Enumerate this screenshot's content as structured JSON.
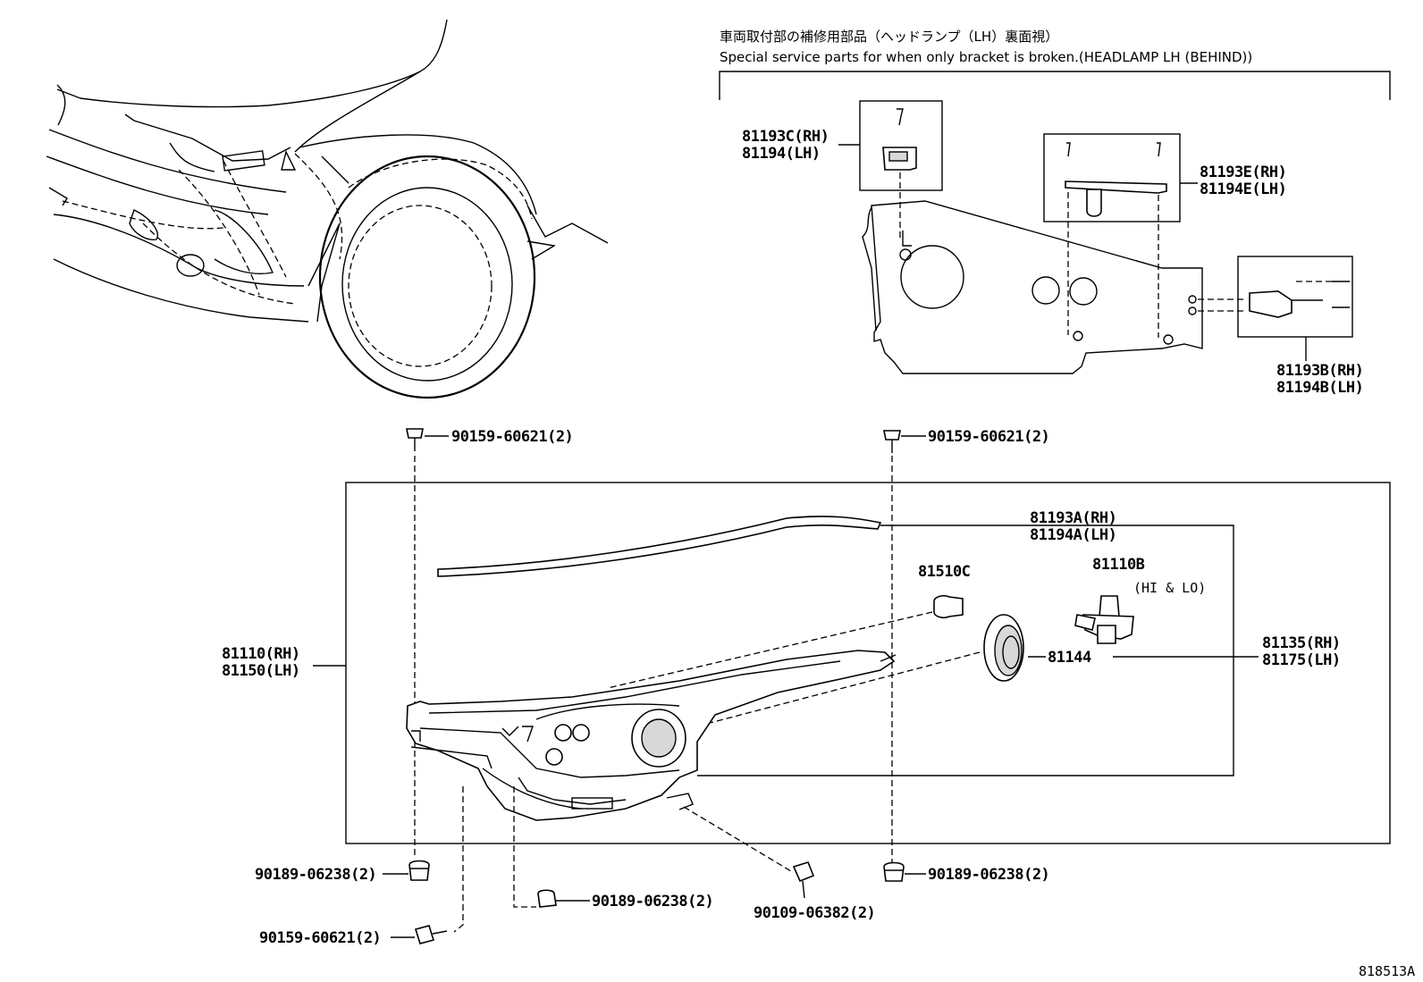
{
  "header": {
    "jp_title": "車両取付部の補修用部品（ヘッドランプ（LH）裏面視）",
    "en_title": "Special service parts for when only bracket is broken.(HEADLAMP LH (BEHIND))"
  },
  "parts": {
    "p81193C": "81193C(RH)",
    "p81194": "81194(LH)",
    "p81193E": "81193E(RH)",
    "p81194E": "81194E(LH)",
    "p81193B": "81193B(RH)",
    "p81194B": "81194B(LH)",
    "screw_top_left": "90159-60621(2)",
    "screw_top_right": "90159-60621(2)",
    "p81193A": "81193A(RH)",
    "p81194A": "81194A(LH)",
    "p81510C": "81510C",
    "p81110B": "81110B",
    "hi_lo": "(HI & LO)",
    "p81110": "81110(RH)",
    "p81150": "81150(LH)",
    "p81144": "81144",
    "p81135": "81135(RH)",
    "p81175": "81175(LH)",
    "nut_bottom_left": "90189-06238(2)",
    "nut_bottom_right": "90189-06238(2)",
    "nut_bottom_mid": "90189-06238(2)",
    "bolt_bottom": "90109-06382(2)",
    "screw_bottom_left": "90159-60621(2)"
  },
  "figure_id": "818513A"
}
